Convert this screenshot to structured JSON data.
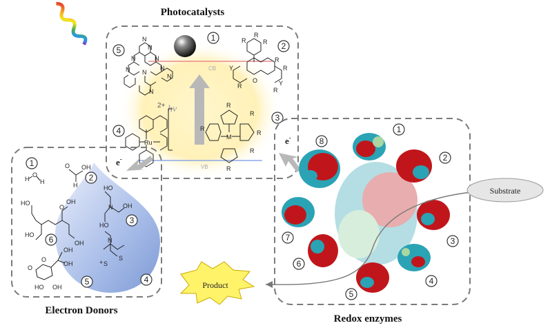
{
  "titles": {
    "photocatalysts": "Photocatalysts",
    "electron_donors": "Electron Donors",
    "redox_enzymes": "Redox enzymes"
  },
  "labels": {
    "substrate": "Substrate",
    "product": "Product",
    "hv": "hv",
    "cb": "CB",
    "vb": "VB",
    "electron": "e",
    "electron_sup": "-",
    "charge": "2+",
    "metal_ru": "Ru",
    "metal_m": "M"
  },
  "numbers": {
    "photocatalysts": [
      "1",
      "2",
      "3",
      "4",
      "5"
    ],
    "electron_donors": [
      "1",
      "2",
      "3",
      "4",
      "5",
      "6"
    ],
    "redox_enzymes": [
      "1",
      "2",
      "3",
      "4",
      "5",
      "6",
      "7",
      "8"
    ]
  },
  "colors": {
    "box_border": "#7a7a7a",
    "glow": "#fff1b8",
    "drop": "#7f9cd6",
    "arrow": "#b8b8b8",
    "protein_red": "#c0161b",
    "protein_cyan": "#2aa3b5",
    "cb_line": "#e88a8a",
    "vb_line": "#8aa8e8",
    "product_fill": "#fff36a"
  },
  "icons": [
    "light-wave-icon",
    "sphere-icon",
    "drop-icon",
    "protein-icon",
    "arrow-icon"
  ]
}
